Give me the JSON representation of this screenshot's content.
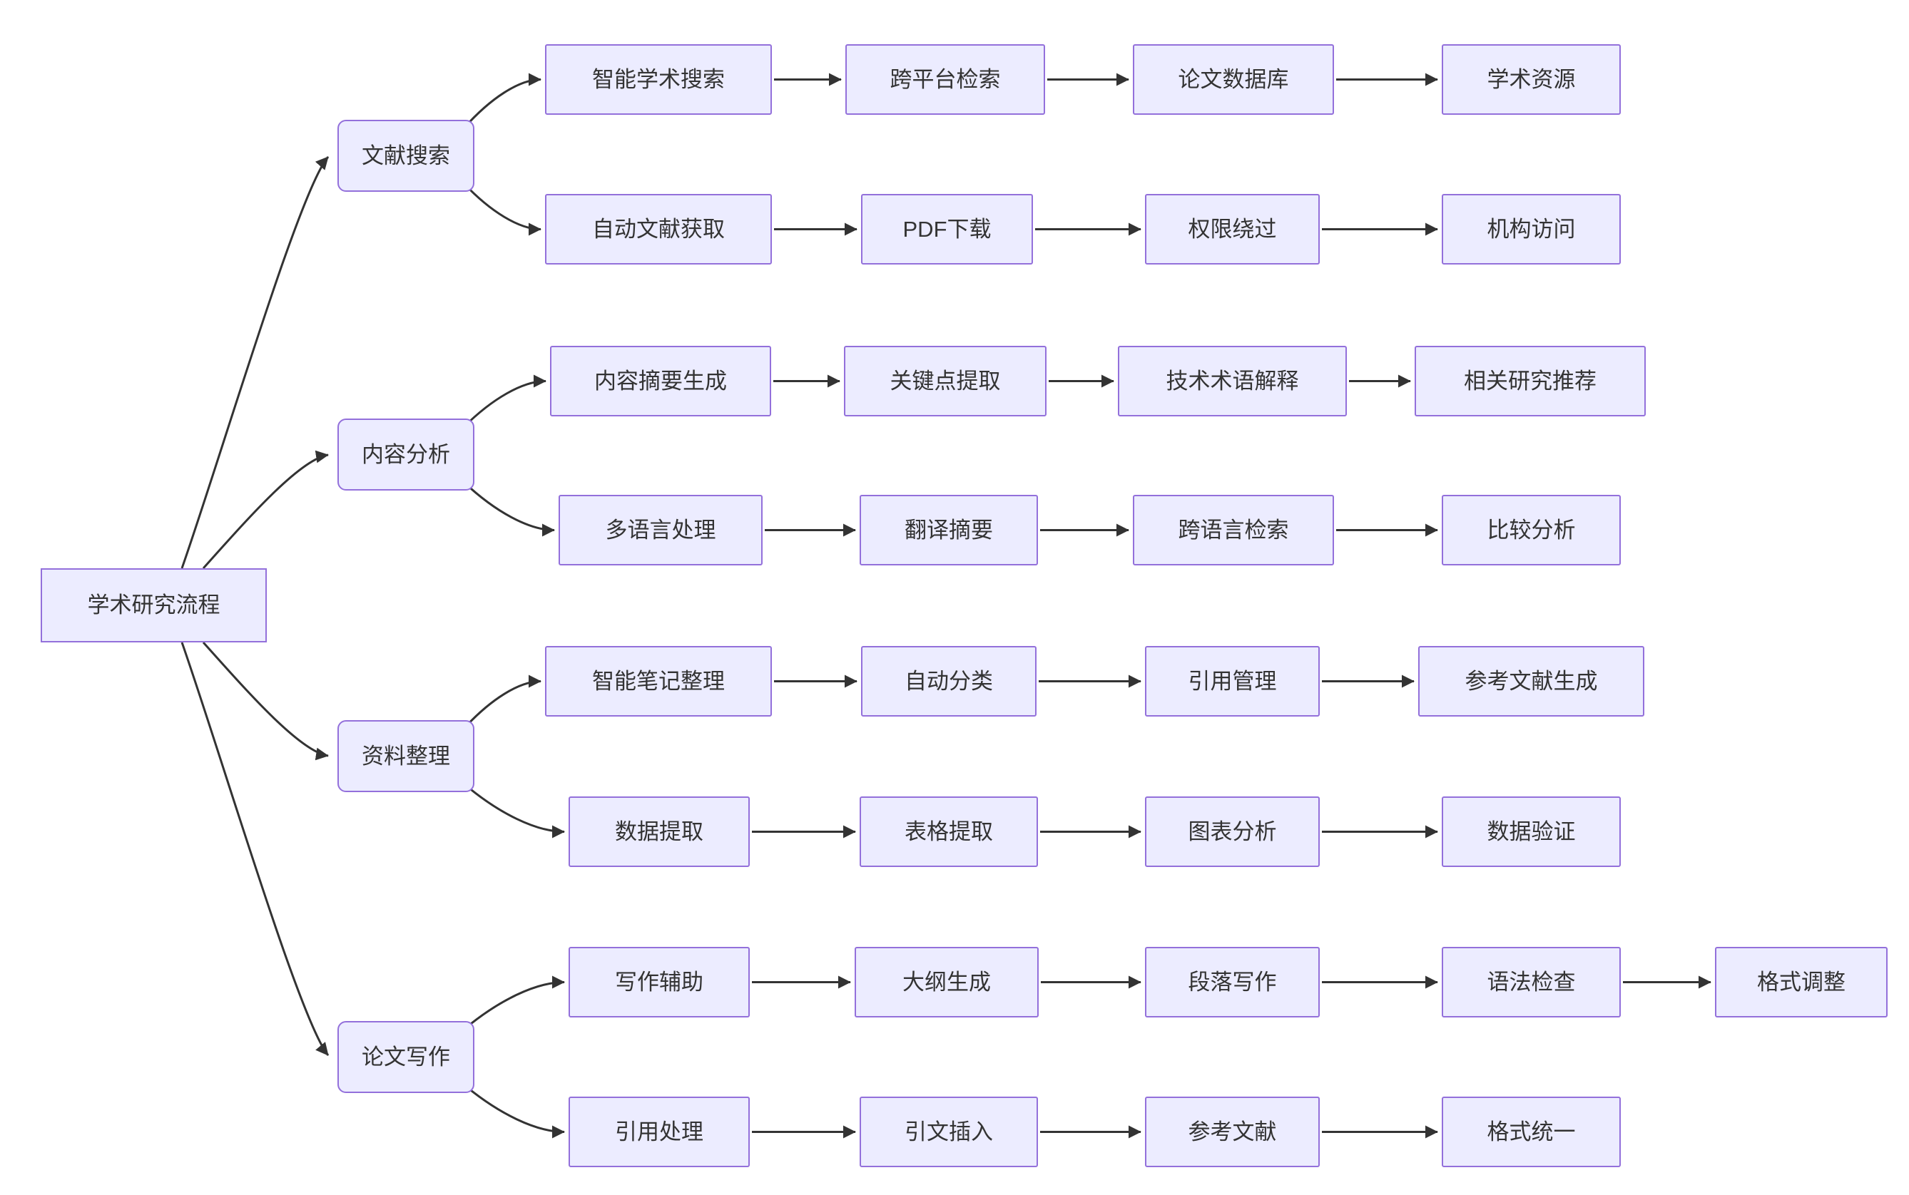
{
  "diagram": {
    "root": "学术研究流程",
    "branches": [
      {
        "label": "文献搜索",
        "rows": [
          [
            "智能学术搜索",
            "跨平台检索",
            "论文数据库",
            "学术资源"
          ],
          [
            "自动文献获取",
            "PDF下载",
            "权限绕过",
            "机构访问"
          ]
        ]
      },
      {
        "label": "内容分析",
        "rows": [
          [
            "内容摘要生成",
            "关键点提取",
            "技术术语解释",
            "相关研究推荐"
          ],
          [
            "多语言处理",
            "翻译摘要",
            "跨语言检索",
            "比较分析"
          ]
        ]
      },
      {
        "label": "资料整理",
        "rows": [
          [
            "智能笔记整理",
            "自动分类",
            "引用管理",
            "参考文献生成"
          ],
          [
            "数据提取",
            "表格提取",
            "图表分析",
            "数据验证"
          ]
        ]
      },
      {
        "label": "论文写作",
        "rows": [
          [
            "写作辅助",
            "大纲生成",
            "段落写作",
            "语法检查",
            "格式调整"
          ],
          [
            "引用处理",
            "引文插入",
            "参考文献",
            "格式统一"
          ]
        ]
      }
    ],
    "colors": {
      "node_fill": "#ECECFF",
      "node_border": "#9370DB",
      "edge": "#333333",
      "text": "#333333",
      "background": "#FFFFFF"
    }
  }
}
